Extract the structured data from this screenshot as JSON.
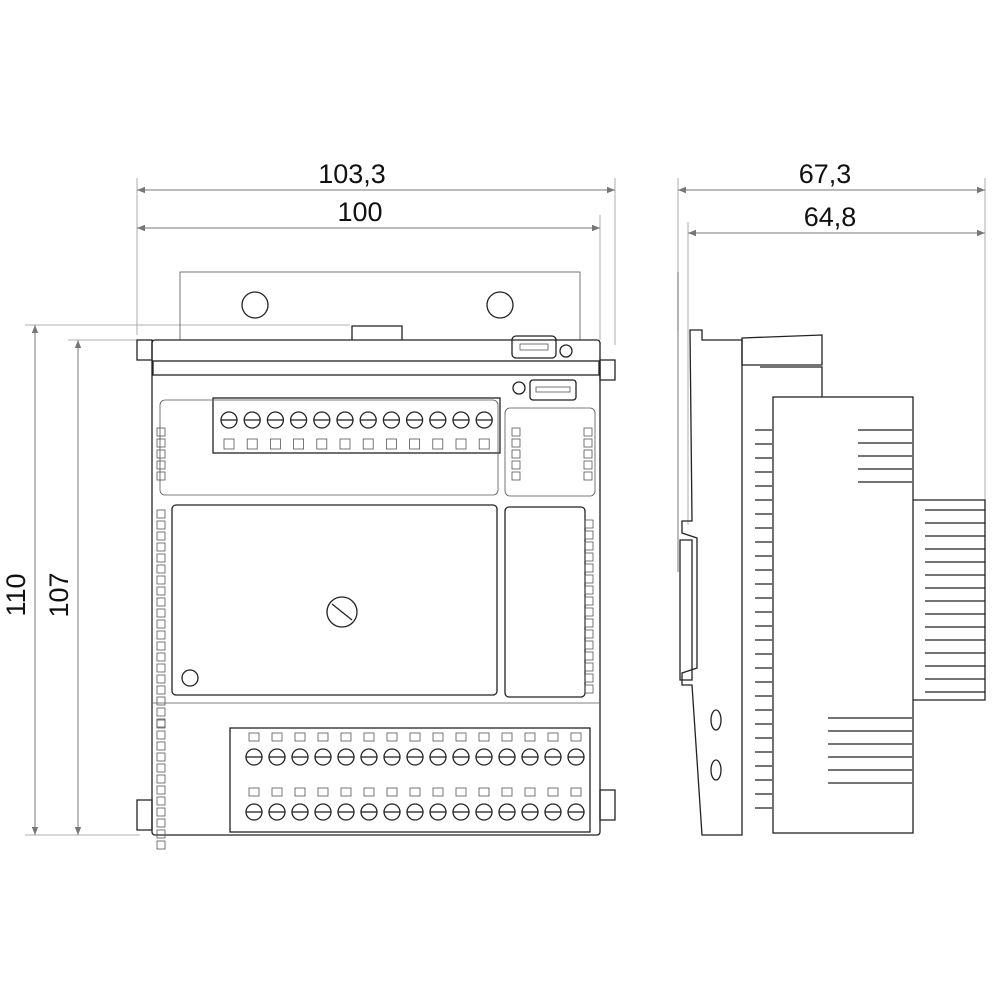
{
  "dimensions": {
    "front_overall_width": "103,3",
    "front_body_width": "100",
    "overall_height": "110",
    "body_height": "107",
    "side_overall_depth": "67,3",
    "side_body_depth": "64,8"
  },
  "counts": {
    "top_terminals": 12,
    "bottom_terminals_per_row": 15,
    "side_fins_upper": 5,
    "side_fins_middle": 15,
    "side_fins_lower": 6
  }
}
